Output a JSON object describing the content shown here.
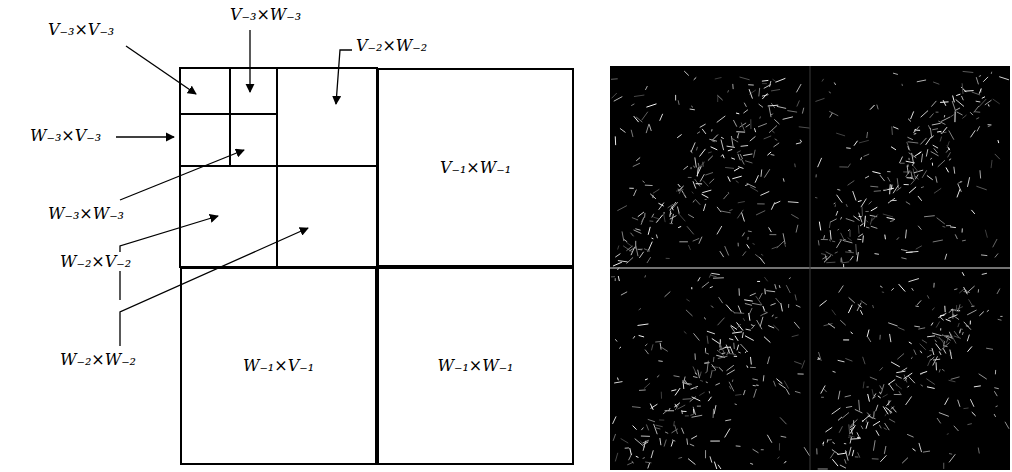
{
  "diagram": {
    "nodes": [
      {
        "text": [
          "V₋₁×W₋₁"
        ]
      },
      {
        "text": [
          "W₋₁×V₋₁"
        ]
      },
      {
        "text": [
          "W₋₁×W₋₁"
        ]
      }
    ],
    "labels": [
      "V₋₃×V₋₃",
      "V₋₃×W₋₃",
      "V₋₂×W₋₂",
      "W₋₃×V₋₃",
      "W₋₃×W₋₃",
      "W₋₂×V₋₂",
      "W₋₂×W₋₂"
    ]
  }
}
